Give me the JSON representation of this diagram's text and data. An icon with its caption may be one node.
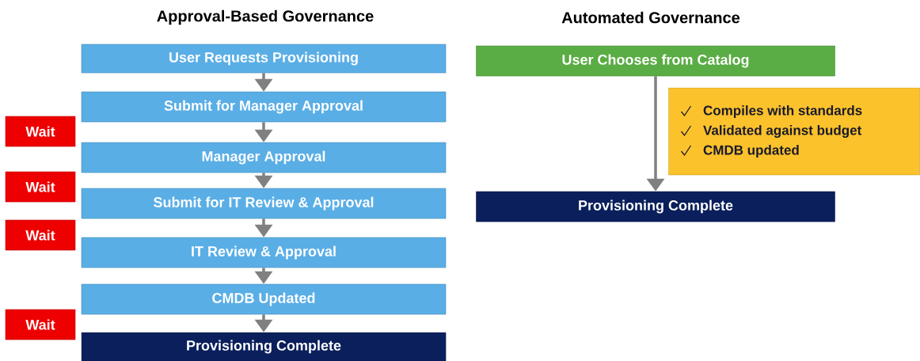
{
  "diagram": {
    "nodes": [
      {
        "text": [
          "User Requests Provisioning"
        ]
      },
      {
        "text": [
          "Submit for Manager Approval"
        ]
      },
      {
        "text": [
          "Manager Approval"
        ]
      },
      {
        "text": [
          "Submit for IT Review & Approval"
        ]
      },
      {
        "text": [
          "IT Review & Approval"
        ]
      },
      {
        "text": [
          "CMDB Updated"
        ]
      },
      {
        "text": [
          "Provisioning Complete"
        ]
      },
      {
        "text": [
          "Wait"
        ]
      },
      {
        "text": [
          "Wait"
        ]
      },
      {
        "text": [
          "Wait"
        ]
      },
      {
        "text": [
          "Wait"
        ]
      },
      {
        "text": [
          "User Chooses from Catalog"
        ]
      },
      {
        "text": [
          "Compiles with standards",
          "Validated against budget",
          "CMDB updated"
        ]
      },
      {
        "text": [
          "Provisioning Complete"
        ]
      }
    ],
    "edges": [
      {
        "from": 0,
        "to": 1,
        "arrow": "to"
      },
      {
        "from": 1,
        "to": 2,
        "arrow": "to"
      },
      {
        "from": 2,
        "to": 3,
        "arrow": "to"
      },
      {
        "from": 3,
        "to": 4,
        "arrow": "to"
      },
      {
        "from": 4,
        "to": 5,
        "arrow": "to"
      },
      {
        "from": 5,
        "to": 6,
        "arrow": "to"
      },
      {
        "from": 11,
        "to": 13,
        "arrow": "to"
      }
    ],
    "labels": [
      "Approval-Based Governance",
      "Automated Governance"
    ]
  }
}
